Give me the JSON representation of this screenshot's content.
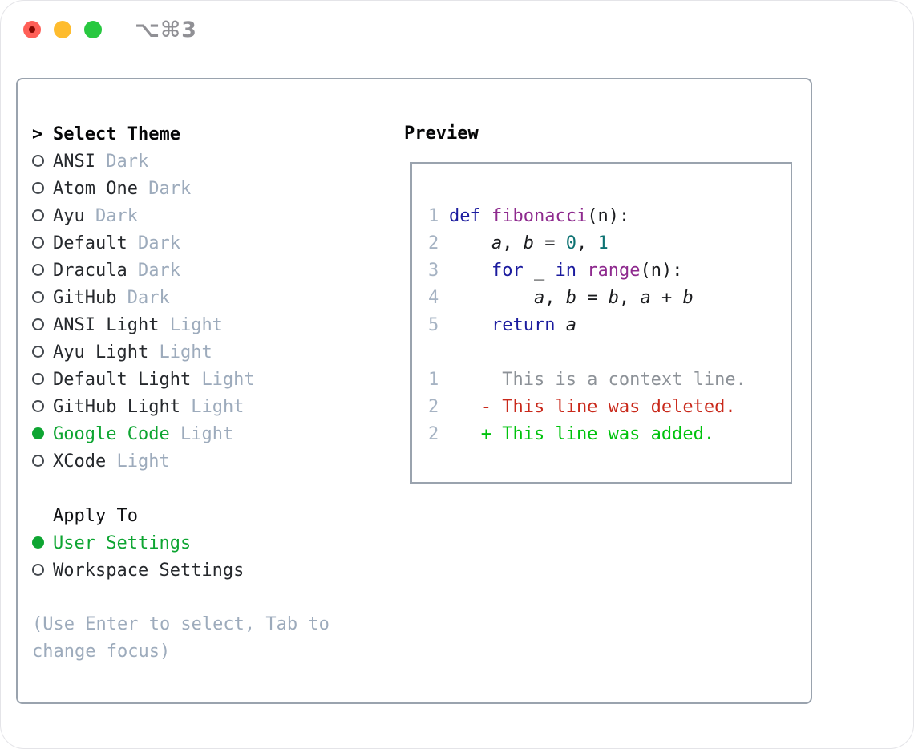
{
  "window": {
    "title": "⌥⌘3",
    "traffic_lights": [
      "close",
      "minimize",
      "zoom"
    ]
  },
  "theme_list": {
    "header": {
      "marker": ">",
      "label": "Select Theme"
    },
    "items": [
      {
        "name": "ANSI",
        "variant": "Dark",
        "selected": false
      },
      {
        "name": "Atom One",
        "variant": "Dark",
        "selected": false
      },
      {
        "name": "Ayu",
        "variant": "Dark",
        "selected": false
      },
      {
        "name": "Default",
        "variant": "Dark",
        "selected": false
      },
      {
        "name": "Dracula",
        "variant": "Dark",
        "selected": false
      },
      {
        "name": "GitHub",
        "variant": "Dark",
        "selected": false
      },
      {
        "name": "ANSI Light",
        "variant": "Light",
        "selected": false
      },
      {
        "name": "Ayu Light",
        "variant": "Light",
        "selected": false
      },
      {
        "name": "Default Light",
        "variant": "Light",
        "selected": false
      },
      {
        "name": "GitHub Light",
        "variant": "Light",
        "selected": false
      },
      {
        "name": "Google Code",
        "variant": "Light",
        "selected": true
      },
      {
        "name": "XCode",
        "variant": "Light",
        "selected": false
      }
    ]
  },
  "apply_to": {
    "header": "Apply To",
    "options": [
      {
        "name": "User Settings",
        "selected": true
      },
      {
        "name": "Workspace Settings",
        "selected": false
      }
    ]
  },
  "help": {
    "text": "(Use Enter to select, Tab to change focus)"
  },
  "preview": {
    "header": "Preview",
    "lines": [
      {
        "ln": "1",
        "tokens": [
          {
            "c": "kwd",
            "t": "def"
          },
          {
            "c": "pln",
            "t": " "
          },
          {
            "c": "typ",
            "t": "fibonacci"
          },
          {
            "c": "pln",
            "t": "(n):"
          }
        ]
      },
      {
        "ln": "2",
        "tokens": [
          {
            "c": "pln",
            "t": "    "
          },
          {
            "c": "var",
            "t": "a"
          },
          {
            "c": "pln",
            "t": ", "
          },
          {
            "c": "var",
            "t": "b"
          },
          {
            "c": "pln",
            "t": " = "
          },
          {
            "c": "lit",
            "t": "0"
          },
          {
            "c": "pln",
            "t": ", "
          },
          {
            "c": "lit",
            "t": "1"
          }
        ]
      },
      {
        "ln": "3",
        "tokens": [
          {
            "c": "pln",
            "t": "    "
          },
          {
            "c": "kwd",
            "t": "for"
          },
          {
            "c": "pln",
            "t": " _ "
          },
          {
            "c": "kwd",
            "t": "in"
          },
          {
            "c": "pln",
            "t": " "
          },
          {
            "c": "typ",
            "t": "range"
          },
          {
            "c": "pln",
            "t": "(n):"
          }
        ]
      },
      {
        "ln": "4",
        "tokens": [
          {
            "c": "pln",
            "t": "        "
          },
          {
            "c": "var",
            "t": "a"
          },
          {
            "c": "pln",
            "t": ", "
          },
          {
            "c": "var",
            "t": "b"
          },
          {
            "c": "pln",
            "t": " = "
          },
          {
            "c": "var",
            "t": "b"
          },
          {
            "c": "pln",
            "t": ", "
          },
          {
            "c": "var",
            "t": "a"
          },
          {
            "c": "pln",
            "t": " + "
          },
          {
            "c": "var",
            "t": "b"
          }
        ]
      },
      {
        "ln": "5",
        "tokens": [
          {
            "c": "pln",
            "t": "    "
          },
          {
            "c": "kwd",
            "t": "return"
          },
          {
            "c": "pln",
            "t": " "
          },
          {
            "c": "var",
            "t": "a"
          }
        ]
      },
      {
        "ln": "",
        "tokens": []
      },
      {
        "ln": "1",
        "tokens": [
          {
            "c": "ctx",
            "t": "     This is a context line."
          }
        ]
      },
      {
        "ln": "2",
        "tokens": [
          {
            "c": "del",
            "t": "   - This line was deleted."
          }
        ]
      },
      {
        "ln": "2",
        "tokens": [
          {
            "c": "add",
            "t": "   + This line was added."
          }
        ]
      }
    ]
  },
  "colors": {
    "accent_green": "#0ea532",
    "added_green": "#00c30d",
    "deleted_red": "#c9291b",
    "keyword": "#1b1b9e",
    "function": "#8e2a8e",
    "literal": "#0d7272",
    "plain": "#1a1b1e",
    "context_gray": "#8d9298",
    "line_number": "#a6b3c3",
    "muted": "#9dabbc",
    "panel_border": "#9aa3ae",
    "radio_ring": "#43484e",
    "title_gray": "#909095",
    "traffic_red": "#ff5f57",
    "traffic_red_dot": "#850700",
    "traffic_yellow": "#febc2e",
    "traffic_green": "#28c840"
  }
}
